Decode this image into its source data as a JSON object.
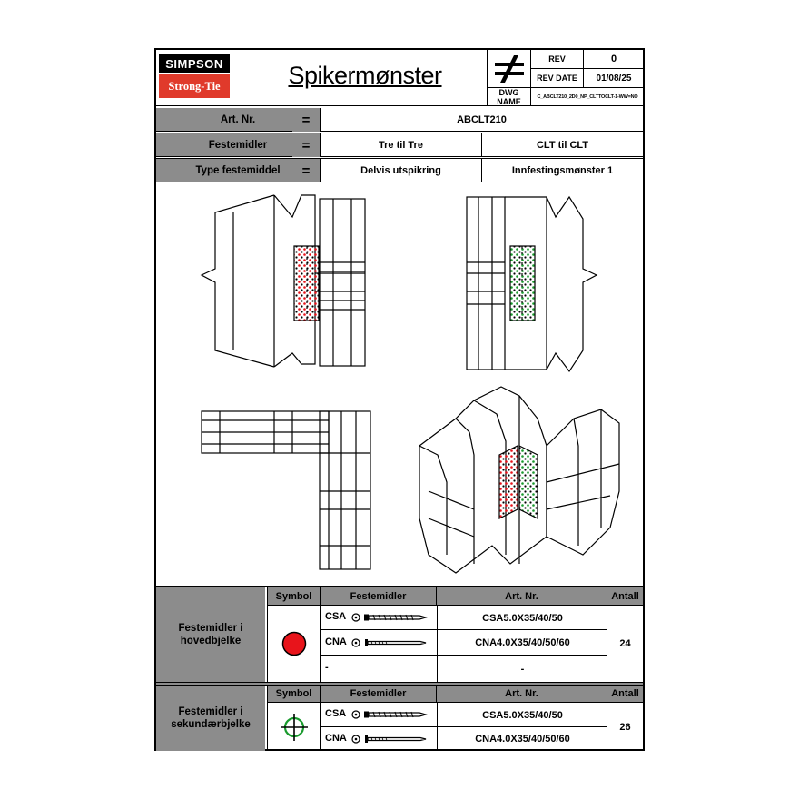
{
  "header": {
    "logo_top": "SIMPSON",
    "logo_bottom": "Strong-Tie",
    "title": "Spikermønster",
    "rev_label": "REV",
    "rev_value": "0",
    "rev_date_label": "REV DATE",
    "rev_date_value": "01/08/25",
    "dwg_name_label": "DWG NAME",
    "dwg_name_value": "C_ABCLT210_2D0_NP_CLTTOCLT-1-WW=NO"
  },
  "info": {
    "art_nr_label": "Art. Nr.",
    "festemidler_label": "Festemidler",
    "type_label": "Type festemiddel",
    "equals": "=",
    "art_nr_value": "ABCLT210",
    "festemidler_value_1": "Tre til Tre",
    "festemidler_value_2": "CLT til CLT",
    "type_value_1": "Delvis utspikring",
    "type_value_2": "Innfestingsmønster  1"
  },
  "table1": {
    "group_label": "Festemidler i hovedbjelke",
    "col_symbol": "Symbol",
    "col_fasteners": "Festemidler",
    "col_art": "Art. Nr.",
    "col_qty": "Antall",
    "rows": [
      {
        "type": "CSA",
        "art": "CSA5.0X35/40/50"
      },
      {
        "type": "CNA",
        "art": "CNA4.0X35/40/50/60"
      },
      {
        "type": "-",
        "art": "-"
      }
    ],
    "qty": "24"
  },
  "table2": {
    "group_label": "Festemidler i sekundærbjelke",
    "col_symbol": "Symbol",
    "col_fasteners": "Festemidler",
    "col_art": "Art. Nr.",
    "col_qty": "Antall",
    "rows": [
      {
        "type": "CSA",
        "art": "CSA5.0X35/40/50"
      },
      {
        "type": "CNA",
        "art": "CNA4.0X35/40/50/60"
      }
    ],
    "qty": "26"
  },
  "colors": {
    "primary_nail": "#e8141b",
    "secondary_nail": "#1a9a2e",
    "header_grey": "#8c8c8c",
    "logo_red": "#e03a2b"
  },
  "icons": {
    "red_dot_symbol": "filled-circle-icon",
    "green_cross_symbol": "crosshair-icon",
    "screw": "screw-icon",
    "nail": "nail-icon",
    "not_equal": "not-equal-icon"
  }
}
